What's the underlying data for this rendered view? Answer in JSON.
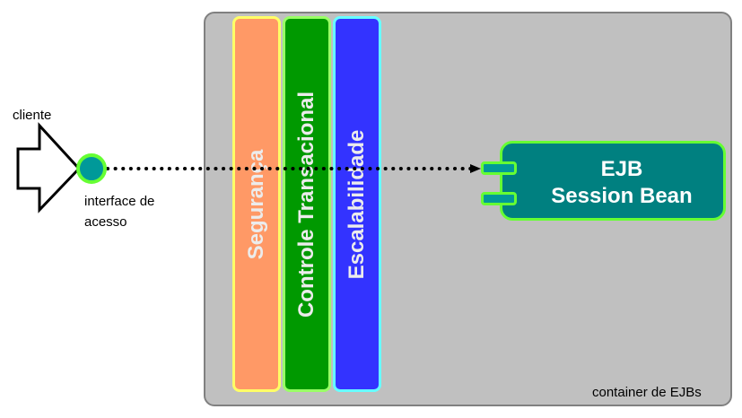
{
  "client": {
    "label": "cliente",
    "interface_label_line1": "interface de",
    "interface_label_line2": "acesso"
  },
  "container": {
    "label": "container de EJBs"
  },
  "services": [
    {
      "label": "Segurança",
      "color": "#ff9966",
      "border": "#ffff66"
    },
    {
      "label": "Controle Transacional",
      "color": "#009900",
      "border": "#99ff66"
    },
    {
      "label": "Escalabilidade",
      "color": "#3333ff",
      "border": "#66ffff"
    }
  ],
  "ejb": {
    "line1": "EJB",
    "line2": "Session Bean",
    "color": "#008080",
    "border": "#66ff33"
  },
  "colors": {
    "container_bg": "#c0c0c0",
    "container_border": "#808080",
    "interface_fill": "#009999",
    "interface_ring": "#66ff33"
  }
}
